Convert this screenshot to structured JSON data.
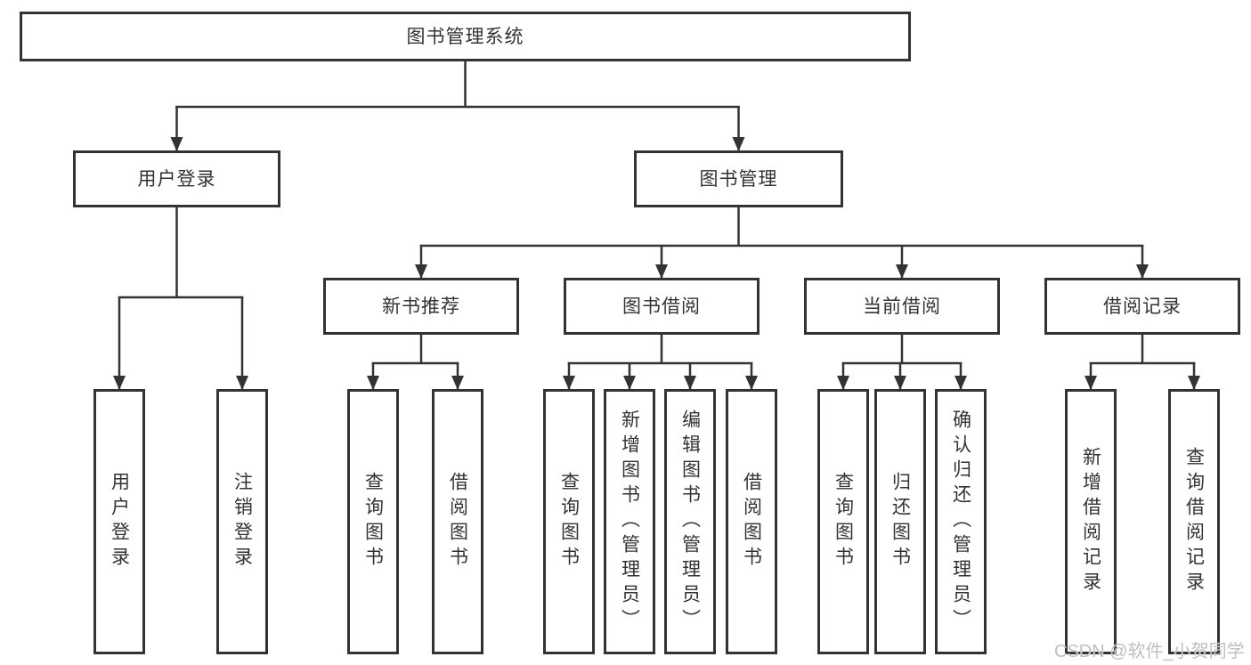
{
  "colors": {
    "line": "#333333",
    "box_border": "#333333",
    "text": "#333333",
    "background": "#ffffff",
    "watermark": "#bfbfbf"
  },
  "tree": {
    "label": "图书管理系统",
    "children": [
      {
        "label": "用户登录",
        "children": [
          {
            "label": "用户登录"
          },
          {
            "label": "注销登录"
          }
        ]
      },
      {
        "label": "图书管理",
        "children": [
          {
            "label": "新书推荐",
            "children": [
              {
                "label": "查询图书"
              },
              {
                "label": "借阅图书"
              }
            ]
          },
          {
            "label": "图书借阅",
            "children": [
              {
                "label": "查询图书"
              },
              {
                "label": "新增图书（管理员）"
              },
              {
                "label": "编辑图书（管理员）"
              },
              {
                "label": "借阅图书"
              }
            ]
          },
          {
            "label": "当前借阅",
            "children": [
              {
                "label": "查询图书"
              },
              {
                "label": "归还图书"
              },
              {
                "label": "确认归还（管理员）"
              }
            ]
          },
          {
            "label": "借阅记录",
            "children": [
              {
                "label": "新增借阅记录"
              },
              {
                "label": "查询借阅记录"
              }
            ]
          }
        ]
      }
    ]
  },
  "watermark": {
    "text": "CSDN @软件_小贺同学"
  }
}
